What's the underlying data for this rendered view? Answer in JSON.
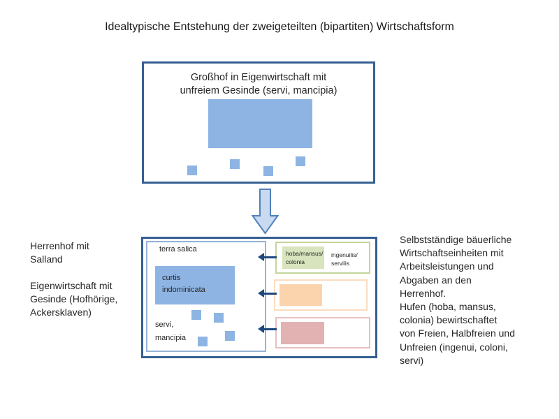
{
  "title": "Idealtypische Entstehung der zweigeteilten (bipartiten) Wirtschaftsform",
  "top_box": {
    "line1": "Großhof in Eigenwirtschaft mit",
    "line2": "unfreiem Gesinde (servi, mancipia)"
  },
  "manor_box": {
    "terra_salica": "terra salica",
    "curtis_line1": "curtis",
    "curtis_line2": "indominicata",
    "servi_line1": "servi,",
    "servi_line2": "mancipia"
  },
  "hufen_box": {
    "green_label_line1": "hoba/mansus/",
    "green_label_line2": "colonia",
    "right_label_line1": "ingenuilis/",
    "right_label_line2": "servilis"
  },
  "left_text": {
    "para1": [
      "Herrenhof mit",
      "Salland"
    ],
    "para2": [
      "Eigenwirtschaft mit",
      "Gesinde (Hofhörige,",
      "Ackersklaven)"
    ]
  },
  "right_text": {
    "lines": [
      "Selbstständige bäuerliche",
      "Wirtschaftseinheiten mit",
      "Arbeitsleistungen und",
      "Abgaben an den",
      "Herrenhof.",
      "Hufen (hoba, mansus,",
      "colonia) bewirtschaftet",
      "von Freien, Halbfreien und",
      "Unfreien (ingenui, coloni,",
      "servi)"
    ]
  },
  "colors": {
    "dark_border": "#365f91",
    "inner_border": "#95b3d7",
    "blue_fill": "#8eb4e3",
    "arrow_dark": "#1f497d",
    "big_arrow_fill": "#c9daf0",
    "big_arrow_stroke": "#4f81bd",
    "green_border": "#c3d69b",
    "green_fill": "#d7e4bd",
    "orange_border": "#fbdcbf",
    "orange_fill": "#fbd3ad",
    "red_border": "#e8c0bf",
    "red_fill": "#e2b2b2"
  }
}
